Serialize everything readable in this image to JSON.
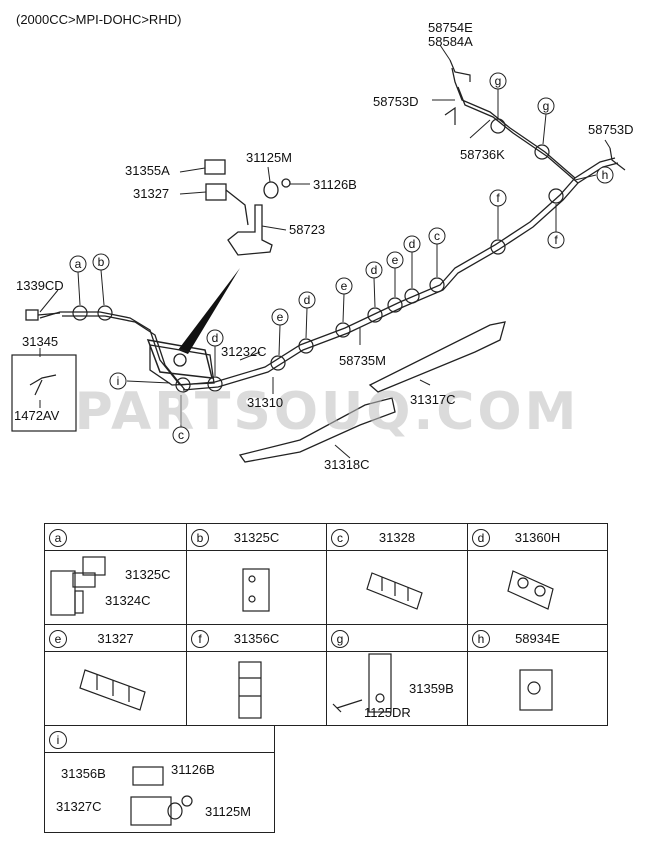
{
  "header": "(2000CC>MPI-DOHC>RHD)",
  "watermark": "PARTSOUQ.COM",
  "labels": {
    "p58754E": "58754E",
    "p58584A": "58584A",
    "p58753D_top": "58753D",
    "p58753D_right": "58753D",
    "p58736K": "58736K",
    "p31355A": "31355A",
    "p31327_top": "31327",
    "p31125M_top": "31125M",
    "p31126B_top": "31126B",
    "p58723": "58723",
    "p1339CD": "1339CD",
    "p31345": "31345",
    "p1472AV": "1472AV",
    "p31232C": "31232C",
    "p31310": "31310",
    "p58735M": "58735M",
    "p31317C": "31317C",
    "p31318C": "31318C"
  },
  "callouts": {
    "a": "a",
    "b": "b",
    "c": "c",
    "d": "d",
    "e": "e",
    "f": "f",
    "g": "g",
    "h": "h",
    "i": "i"
  },
  "grid": {
    "a": {
      "letter": "a",
      "part": "",
      "sub1": "31325C",
      "sub2": "31324C"
    },
    "b": {
      "letter": "b",
      "part": "31325C"
    },
    "c": {
      "letter": "c",
      "part": "31328"
    },
    "d": {
      "letter": "d",
      "part": "31360H"
    },
    "e": {
      "letter": "e",
      "part": "31327"
    },
    "f": {
      "letter": "f",
      "part": "31356C"
    },
    "g": {
      "letter": "g",
      "part": "",
      "sub1": "31359B",
      "sub2": "1125DR"
    },
    "h": {
      "letter": "h",
      "part": "58934E"
    },
    "i": {
      "letter": "i",
      "part": "",
      "sub1": "31356B",
      "sub2": "31126B",
      "sub3": "31327C",
      "sub4": "31125M"
    }
  }
}
